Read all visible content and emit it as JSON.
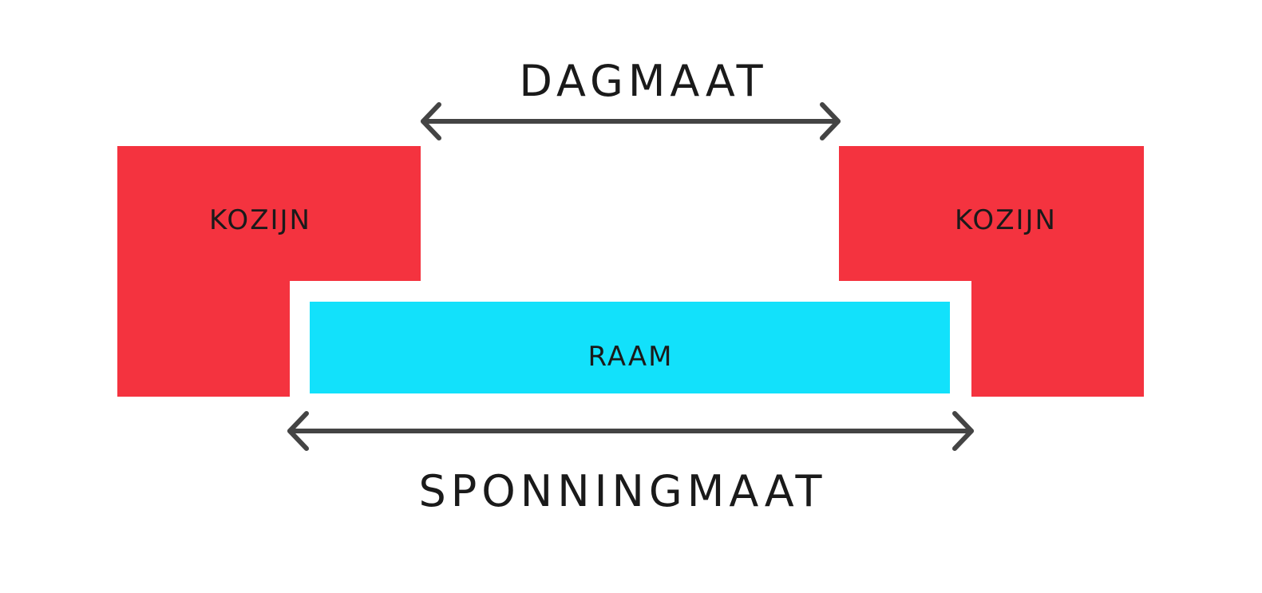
{
  "labels": {
    "top_dimension": "DAGMAAT",
    "bottom_dimension": "SPONNINGMAAT",
    "frame_left": "KOZIJN",
    "frame_right": "KOZIJN",
    "window": "RAAM"
  },
  "colors": {
    "frame": "#f4333f",
    "window": "#12e1fb",
    "arrow": "#444444",
    "text": "#1a1a1a",
    "background": "#ffffff"
  }
}
